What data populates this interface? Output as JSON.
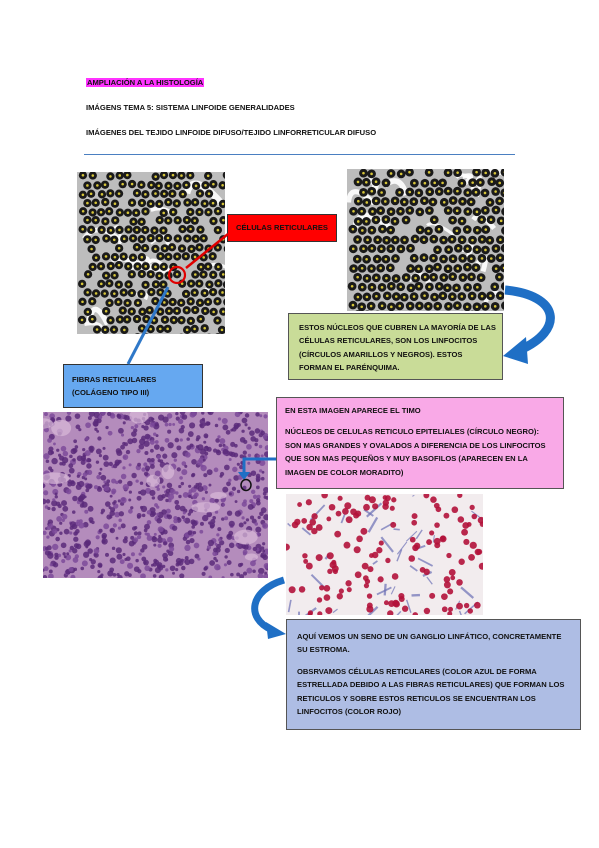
{
  "header": {
    "highlight": "AMPLIACIÓN A LA HISTOLOGÍA",
    "subtitle": "IMÁGENS TEMA 5: SISTEMA LINFOIDE GENERALIDADES",
    "section": "IMÁGENES DEL TEJIDO LINFOIDE DIFUSO/TEJIDO LINFORRETICULAR DIFUSO"
  },
  "labels": {
    "celulas_reticulares": "CÉLULAS RETICULARES",
    "fibras_line1": "FIBRAS RETICULARES",
    "fibras_line2": "(COLÁGENO TIPO III)"
  },
  "notes": {
    "green": "ESTOS NÚCLEOS QUE CUBREN LA MAYORÍA DE LAS CÉLULAS RETICULARES, SON LOS LINFOCITOS (CÍRCULOS AMARILLOS Y NEGROS). ESTOS FORMAN EL PARÉNQUIMA.",
    "pink_p1": "EN ESTA IMAGEN APARECE EL TIMO",
    "pink_p2": "NÚCLEOS DE CELULAS RETICULO EPITELIALES (CÍRCULO NEGRO): SON MAS GRANDES Y OVALADOS A DIFERENCIA DE LOS LINFOCITOS QUE SON MAS PEQUEÑOS Y MUY BASOFILOS (APARECEN EN LA IMAGEN DE COLOR MORADITO)",
    "blue_p1": "AQUÍ VEMOS UN SENO DE UN GANGLIO LINFÁTICO, CONCRETAMENTE SU ESTROMA.",
    "blue_p2": "OBSRVAMOS CÉLULAS RETICULARES (COLOR AZUL DE FORMA ESTRELLADA DEBIDO A LAS FIBRAS RETICULARES) QUE FORMAN LOS RETICULOS Y SOBRE ESTOS RETICULOS SE ENCUENTRAN LOS LINFOCITOS (COLOR ROJO)"
  },
  "colors": {
    "highlight": "#ff33ff",
    "red_label": "#ff0000",
    "blue_label": "#66a8f0",
    "green_note": "#c9dc98",
    "pink_note": "#f9a9e7",
    "blue_note": "#aebde4",
    "arrow_blue": "#1f6fc5",
    "rule": "#4a7fc1"
  }
}
